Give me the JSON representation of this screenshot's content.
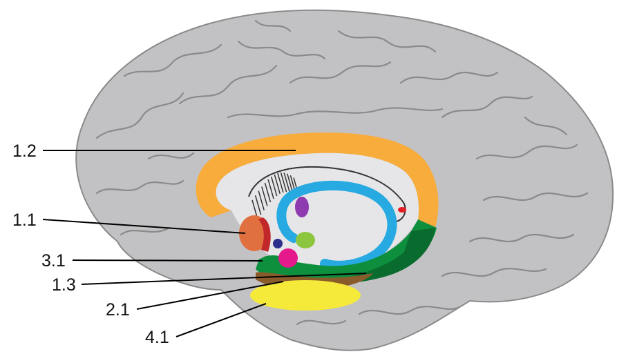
{
  "labels": [
    {
      "id": "label-1-2",
      "text": "1.2",
      "target": "cingulate-gyrus"
    },
    {
      "id": "label-1-1",
      "text": "1.1",
      "target": "subcallosal-region"
    },
    {
      "id": "label-3-1",
      "text": "3.1",
      "target": "basal-green-structure"
    },
    {
      "id": "label-1-3",
      "text": "1.3",
      "target": "inferior-green-band"
    },
    {
      "id": "label-2-1",
      "text": "2.1",
      "target": "brown-band"
    },
    {
      "id": "label-4-1",
      "text": "4.1",
      "target": "yellow-region"
    }
  ],
  "colors": {
    "brain": "#c2c2c4",
    "brain_outline": "#8a8a8a",
    "cingulate": "#f7ac3b",
    "inner_white": "#e6e6e8",
    "blue_arc": "#27a9e1",
    "green_band": "#0d8f3e",
    "dark_green": "#096b2e",
    "brown_band": "#8a5c2c",
    "yellow_band": "#f5ea3a",
    "orange_red_blob": "#e07040",
    "dark_red": "#c0282a",
    "magenta": "#e5198b",
    "purple": "#8e3bb0",
    "lime": "#8cc63f",
    "navy": "#2b2e8c",
    "red_dot": "#e31e24"
  }
}
